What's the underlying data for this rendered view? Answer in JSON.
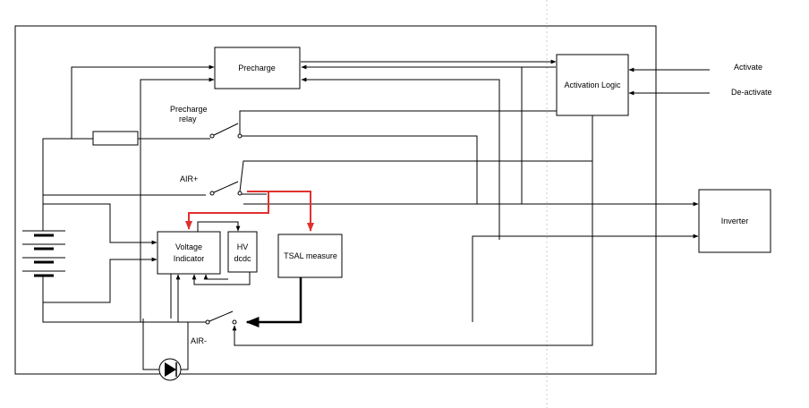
{
  "labels": {
    "precharge": "Precharge",
    "activation_logic": "Activation Logic",
    "activate": "Activate",
    "deactivate": "De-activate",
    "precharge_relay_line1": "Precharge",
    "precharge_relay_line2": "relay",
    "air_plus": "AIR+",
    "air_minus": "AIR-",
    "inverter": "Inverter",
    "voltage_indicator_line1": "Voltage",
    "voltage_indicator_line2": "Indicator",
    "hv_dcdc_line1": "HV",
    "hv_dcdc_line2": "dcdc",
    "tsal_measure": "TSAL measure"
  },
  "colors": {
    "line": "#000000",
    "highlight": "#e03030",
    "guide": "#cccccc"
  }
}
